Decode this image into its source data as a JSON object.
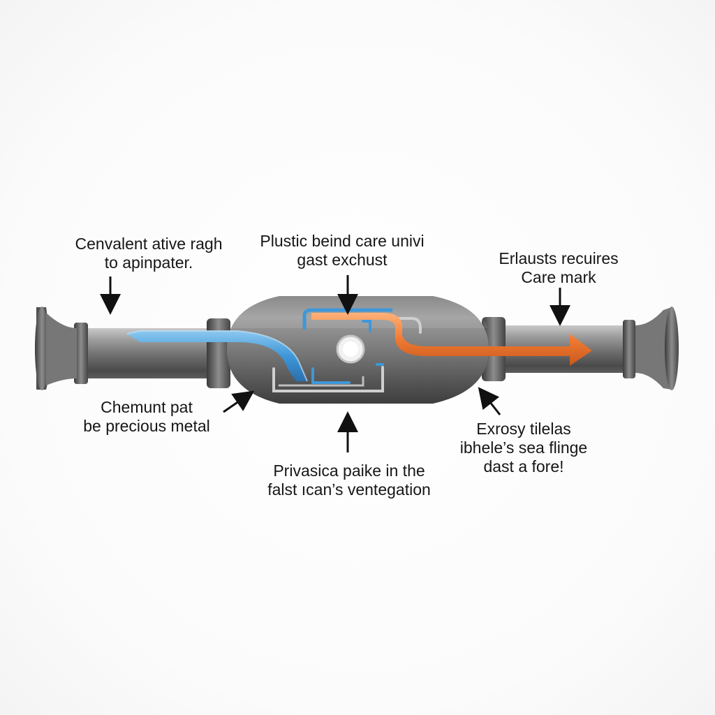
{
  "colors": {
    "intake_flow": "#3f97d8",
    "exhaust_flow": "#f07a33",
    "pipe_metal": "#8a8a8a",
    "body_metal": "#6b6b6b",
    "text": "#161616"
  },
  "icons": [
    "arrow-down-icon",
    "arrow-up-icon",
    "arrow-diagonal-icon",
    "flow-arrow-icon"
  ],
  "labels": {
    "top_left": {
      "line1": "Cenvalent ative ragh",
      "line2": "to apinpater."
    },
    "top_center": {
      "line1": "Plustic beind care univi",
      "line2": "gast exchust"
    },
    "top_right": {
      "line1": "Erlausts recuires",
      "line2": "Care mark"
    },
    "bottom_left": {
      "line1": "Chemunt pat",
      "line2": "be precious metal"
    },
    "bottom_center": {
      "line1": "Privasica paike in the",
      "line2": "falst ıcan’s ventegation"
    },
    "bottom_right": {
      "line1": "Exrosy tilelas",
      "line2": "ibhele’s sea flinge",
      "line3": "dast a fore!"
    }
  }
}
